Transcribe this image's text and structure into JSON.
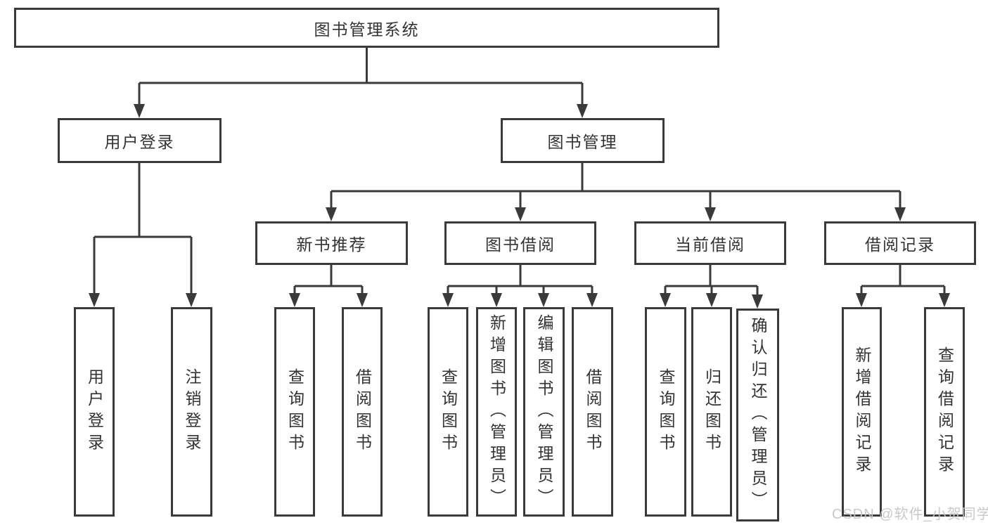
{
  "nodes": {
    "root": {
      "label": "图书管理系统"
    },
    "user_login": {
      "label": "用户登录"
    },
    "book_management": {
      "label": "图书管理"
    },
    "new_book_recommend": {
      "label": "新书推荐"
    },
    "book_borrowing": {
      "label": "图书借阅"
    },
    "current_borrowing": {
      "label": "当前借阅"
    },
    "borrowing_records": {
      "label": "借阅记录"
    },
    "leaf_user_login": {
      "label": "用户登录"
    },
    "leaf_logout_login": {
      "label": "注销登录"
    },
    "leaf_query_books_1": {
      "label": "查询图书"
    },
    "leaf_borrow_books_1": {
      "label": "借阅图书"
    },
    "leaf_query_books_2": {
      "label": "查询图书"
    },
    "leaf_add_books_admin": {
      "label": "新增图书（管理员）"
    },
    "leaf_edit_books_admin": {
      "label": "编辑图书（管理员）"
    },
    "leaf_borrow_books_2": {
      "label": "借阅图书"
    },
    "leaf_query_books_3": {
      "label": "查询图书"
    },
    "leaf_return_books": {
      "label": "归还图书"
    },
    "leaf_confirm_return_admin": {
      "label": "确认归还（管理员）"
    },
    "leaf_add_borrow_record": {
      "label": "新增借阅记录"
    },
    "leaf_query_borrow_record": {
      "label": "查询借阅记录"
    }
  },
  "watermark": {
    "text": "CSDN @软件_小贺同学"
  },
  "colors": {
    "line": "#3a3a3a",
    "text": "#333333",
    "box_background": "#ffffff",
    "watermark": "#c6c6c6"
  }
}
